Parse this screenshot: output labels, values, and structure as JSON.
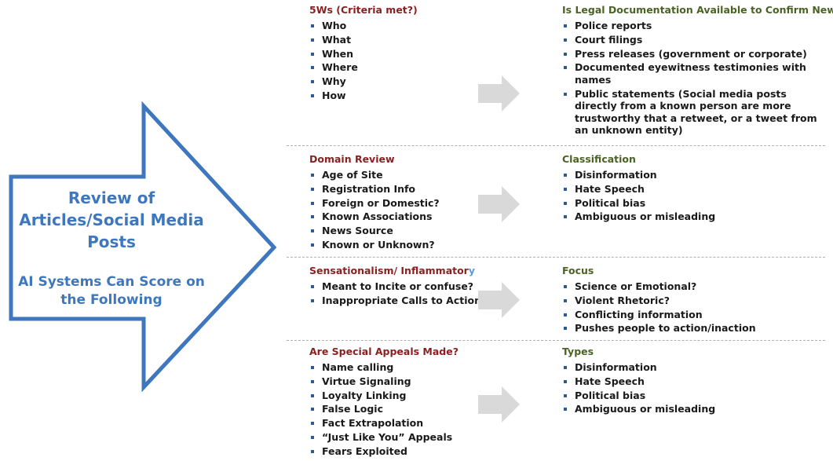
{
  "arrow": {
    "title": "Review of Articles/Social Media Posts",
    "subtitle": "AI Systems Can Score on the Following"
  },
  "sections": [
    {
      "left": {
        "heading": "5Ws (Criteria met?)",
        "items": [
          "Who",
          "What",
          "When",
          "Where",
          "Why",
          "How"
        ]
      },
      "right": {
        "heading": "Is Legal Documentation Available to Confirm News?",
        "items": [
          "Police reports",
          "Court filings",
          "Press releases (government or corporate)",
          "Documented eyewitness testimonies with names",
          "Public statements (Social media posts directly from a known person are more trustworthy that a retweet, or a tweet from an unknown entity)"
        ]
      }
    },
    {
      "left": {
        "heading": "Domain Review",
        "items": [
          "Age of Site",
          "Registration Info",
          "Foreign or Domestic?",
          "Known Associations",
          "News Source",
          "Known or Unknown?"
        ]
      },
      "right": {
        "heading": "Classification",
        "items": [
          "Disinformation",
          "Hate Speech",
          "Political bias",
          "Ambiguous or misleading"
        ]
      }
    },
    {
      "left": {
        "heading_main": "Sensationalism/ Inflammator",
        "heading_accent": "y",
        "items": [
          "Meant to Incite or confuse?",
          "Inappropriate Calls to Action?"
        ]
      },
      "right": {
        "heading": "Focus",
        "items": [
          "Science or Emotional?",
          "Violent Rhetoric?",
          "Conflicting information",
          "Pushes people to action/inaction"
        ]
      }
    },
    {
      "left": {
        "heading": "Are Special Appeals Made?",
        "items": [
          "Name calling",
          "Virtue Signaling",
          "Loyalty Linking",
          "False Logic",
          "Fact Extrapolation",
          "“Just Like You” Appeals",
          "Fears Exploited"
        ]
      },
      "right": {
        "heading": "Types",
        "items": [
          "Disinformation",
          "Hate Speech",
          "Political bias",
          "Ambiguous or misleading"
        ]
      }
    }
  ],
  "colors": {
    "arrow_outline": "#3f77bf",
    "left_heading": "#8b1f1f",
    "right_heading": "#4a6324",
    "bullet": "#2d5c93",
    "small_arrow": "#d9d9d9"
  }
}
